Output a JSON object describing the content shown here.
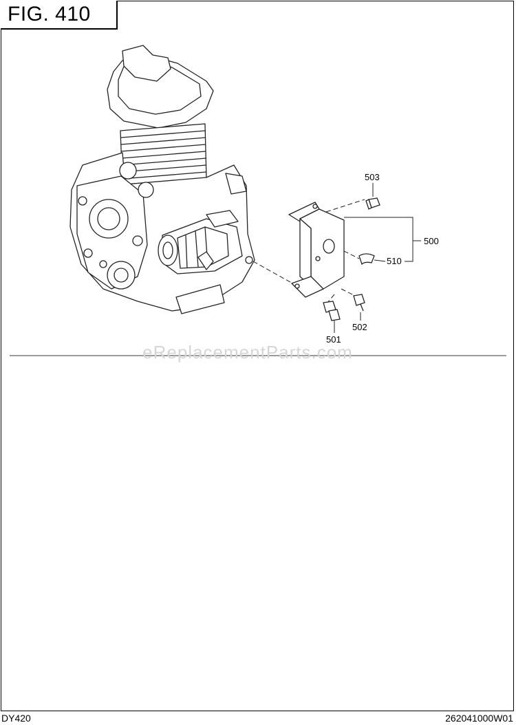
{
  "figure": {
    "title": "FIG. 410"
  },
  "watermark": "eReplacementParts.com",
  "footer": {
    "model": "DY420",
    "code": "262041000W01"
  },
  "callouts": [
    {
      "id": "503",
      "label": "503"
    },
    {
      "id": "500",
      "label": "500"
    },
    {
      "id": "510",
      "label": "510"
    },
    {
      "id": "502",
      "label": "502"
    },
    {
      "id": "501",
      "label": "501"
    }
  ]
}
